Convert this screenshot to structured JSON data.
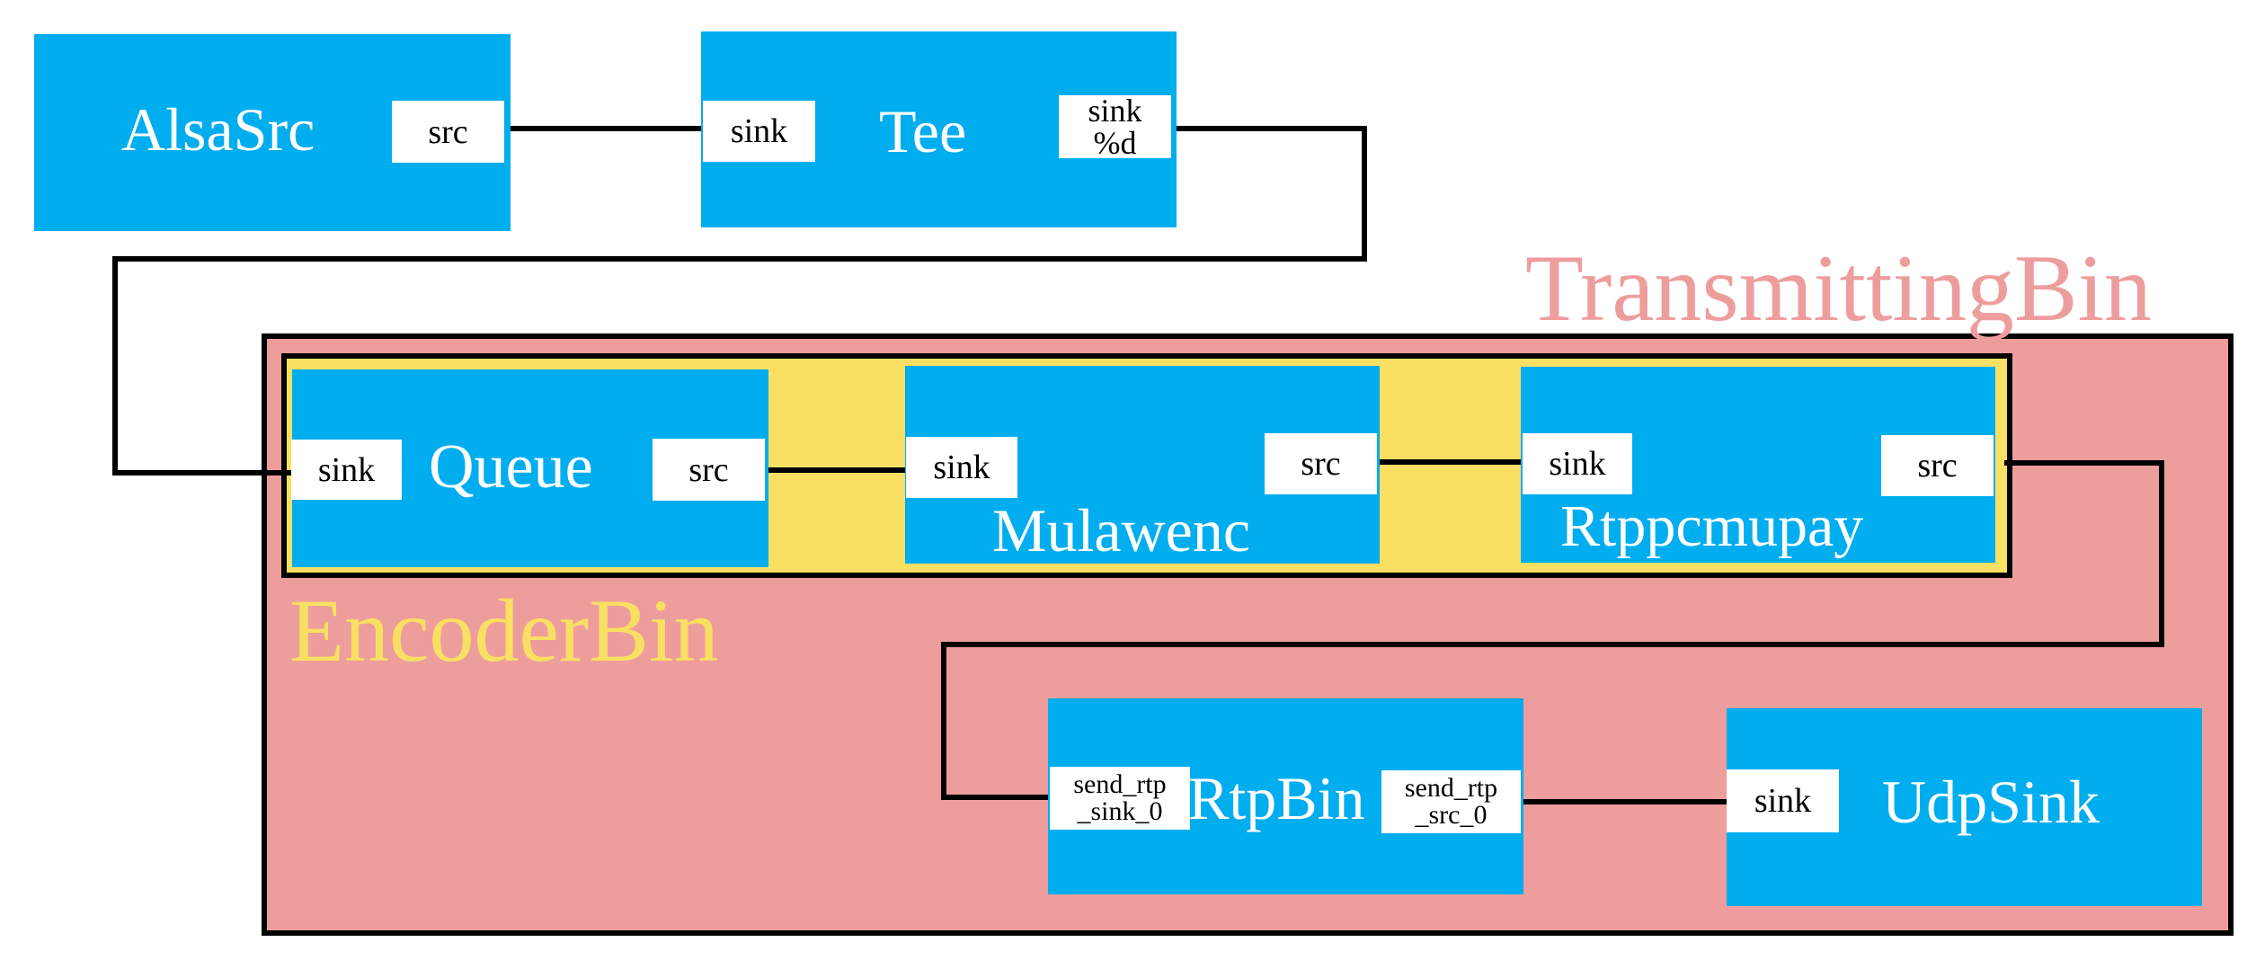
{
  "bins": {
    "transmitting": {
      "label": "TransmittingBin",
      "color": "#ee9d9d"
    },
    "encoder": {
      "label": "EncoderBin",
      "color": "#f9df62"
    }
  },
  "element_color": "#00adef",
  "elements": {
    "alsasrc": {
      "label": "AlsaSrc",
      "pads": {
        "src": "src"
      }
    },
    "tee": {
      "label": "Tee",
      "pads": {
        "sink": "sink",
        "sink_line1": "sink",
        "sink_line2": "%d"
      }
    },
    "queue": {
      "label": "Queue",
      "pads": {
        "sink": "sink",
        "src": "src"
      }
    },
    "mulawenc": {
      "label": "Mulawenc",
      "pads": {
        "sink": "sink",
        "src": "src"
      }
    },
    "rtppcmupay": {
      "label": "Rtppcmupay",
      "pads": {
        "sink": "sink",
        "src": "src"
      }
    },
    "rtpbin": {
      "label": "RtpBin",
      "pads": {
        "sink_line1": "send_rtp",
        "sink_line2": "_sink_0",
        "src_line1": "send_rtp",
        "src_line2": "_src_0"
      }
    },
    "udpsink": {
      "label": "UdpSink",
      "pads": {
        "sink": "sink"
      }
    }
  }
}
